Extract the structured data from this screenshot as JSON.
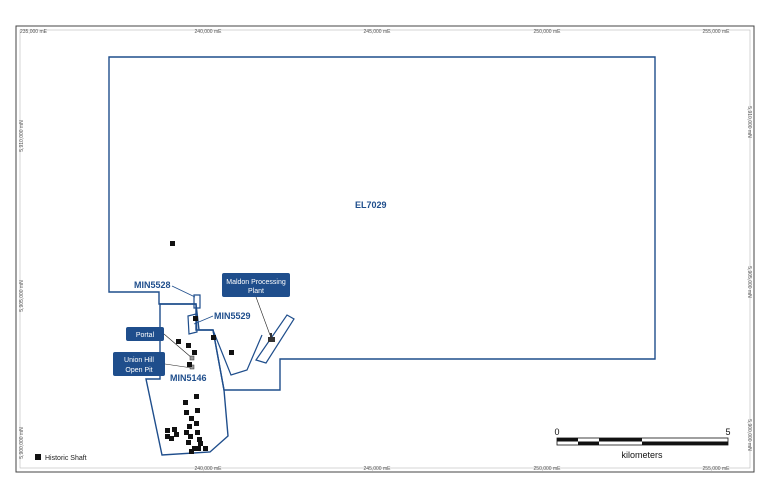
{
  "colors": {
    "boundary": "#1f4e8c",
    "callout_fill": "#1f4e8c",
    "callout_text": "#ffffff",
    "shaft": "#111111",
    "frame": "#444444"
  },
  "axes": {
    "top": [
      "235,000 mE",
      "240,000 mE",
      "245,000 mE",
      "250,000 mE",
      "255,000 mE"
    ],
    "bottom": [
      "240,000 mE",
      "245,000 mE",
      "250,000 mE",
      "255,000 mE"
    ],
    "left": [
      "5,910,000 mN",
      "5,905,000 mN",
      "5,900,000 mN"
    ],
    "right": [
      "5,910,000 mN",
      "5,905,000 mN",
      "5,900,000 mN"
    ]
  },
  "tenements": {
    "el7029": "EL7029",
    "min5528": "MIN5528",
    "min5529": "MIN5529",
    "min5146": "MIN5146"
  },
  "callouts": {
    "maldon_line1": "Maldon Processing",
    "maldon_line2": "Plant",
    "portal": "Portal",
    "union_line1": "Union Hill",
    "union_line2": "Open Pit"
  },
  "scale": {
    "start": "0",
    "end": "5",
    "unit": "kilometers"
  },
  "legend": {
    "historic_shaft": "Historic Shaft"
  },
  "icons": {
    "shaft_marker": "square-marker-icon",
    "plant_marker": "factory-icon"
  }
}
